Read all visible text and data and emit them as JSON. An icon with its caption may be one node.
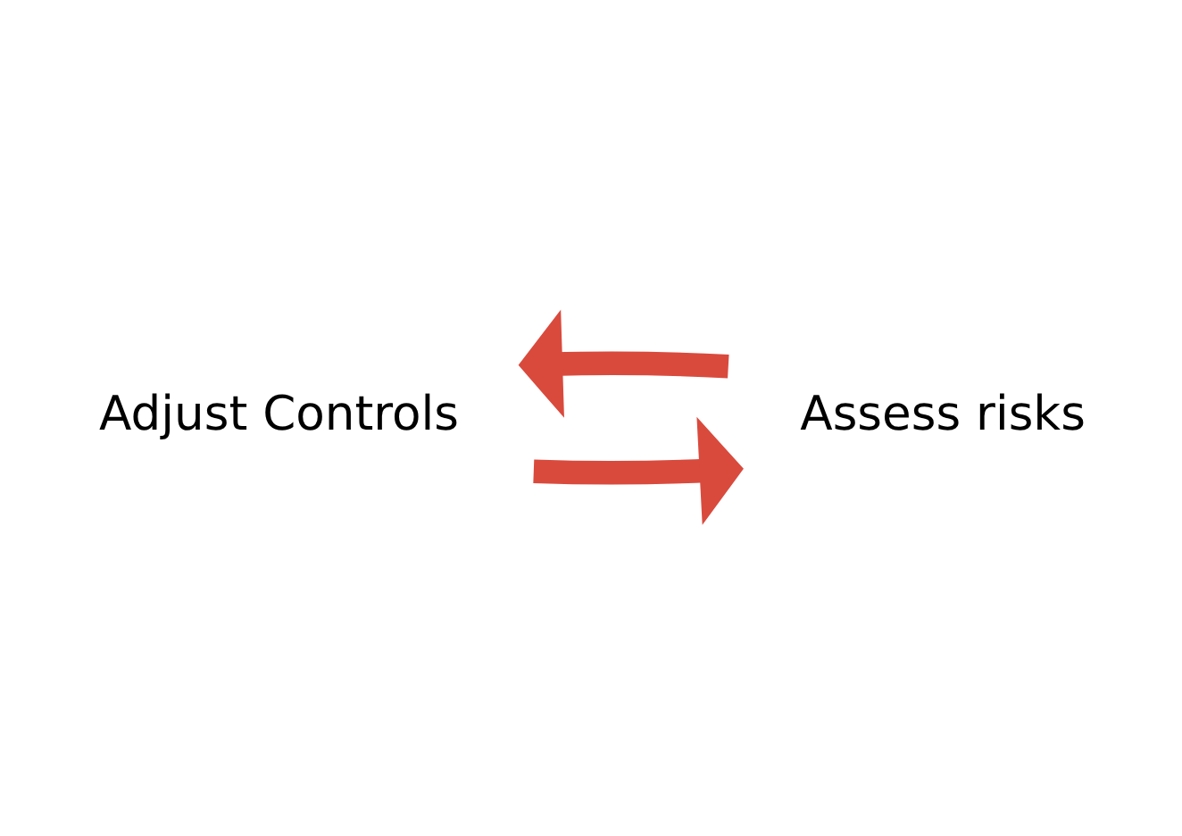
{
  "diagram": {
    "nodes": [
      {
        "text": [
          "Adjust Controls"
        ]
      },
      {
        "text": [
          "Assess risks"
        ]
      }
    ],
    "edges": [
      {
        "from": 0,
        "to": 1,
        "arrow": "to"
      },
      {
        "from": 1,
        "to": 0,
        "arrow": "to"
      }
    ]
  }
}
